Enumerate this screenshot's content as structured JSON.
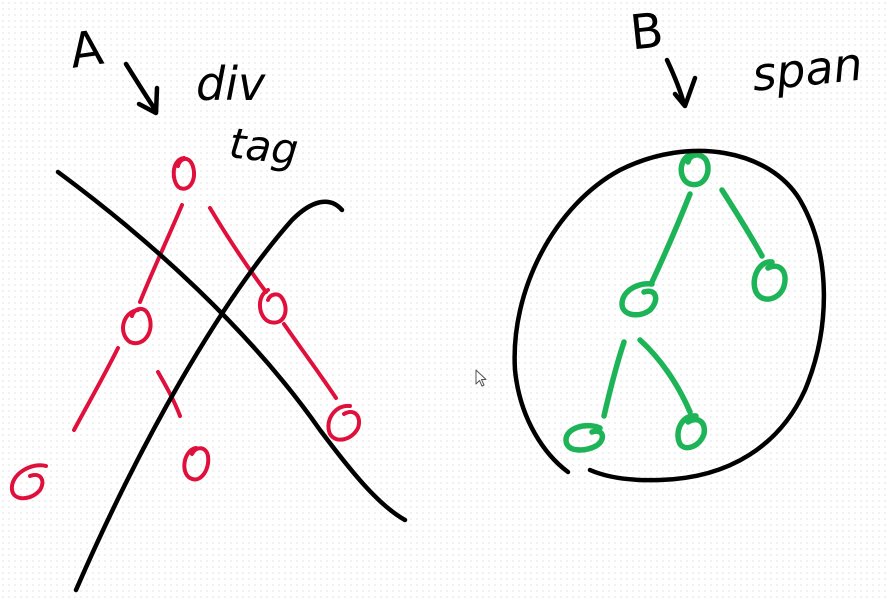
{
  "labels": {
    "a": "A",
    "b": "B",
    "div": "div",
    "tag": "tag",
    "span": "span"
  },
  "colors": {
    "ink": "#000000",
    "tree_a": "#e0103c",
    "tree_b": "#1db457",
    "background": "#ffffff"
  },
  "icons": {
    "cursor": "mouse-pointer-icon"
  }
}
